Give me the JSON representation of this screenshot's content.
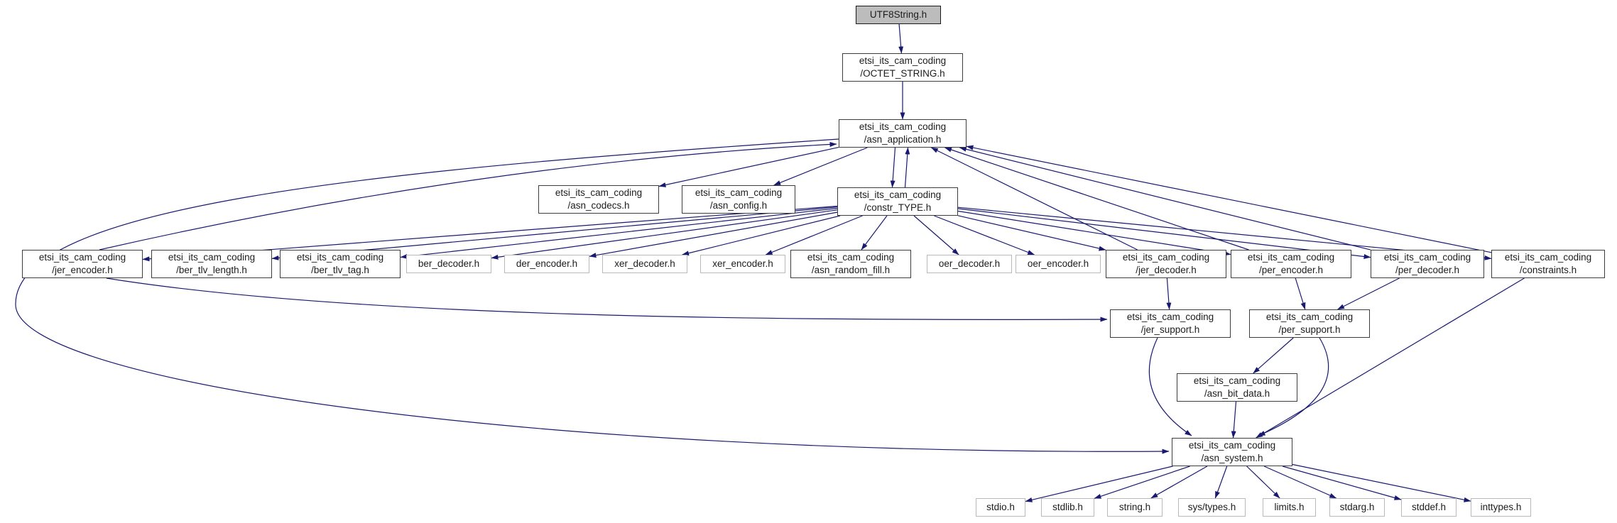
{
  "diagram": {
    "kind": "include-dependency-graph",
    "root_file": "UTF8String.h"
  },
  "colors": {
    "edge": "#191970",
    "root_fill": "#bcbcbc",
    "link_border": "#3d3d3d",
    "plain_border": "#b9b9b9"
  },
  "nodes": [
    {
      "id": "utf8string",
      "label": "UTF8String.h",
      "kind": "root"
    },
    {
      "id": "octet_string",
      "label": "etsi_its_cam_coding\n/OCTET_STRING.h",
      "kind": "link"
    },
    {
      "id": "asn_application",
      "label": "etsi_its_cam_coding\n/asn_application.h",
      "kind": "link"
    },
    {
      "id": "asn_codecs",
      "label": "etsi_its_cam_coding\n/asn_codecs.h",
      "kind": "link"
    },
    {
      "id": "asn_config",
      "label": "etsi_its_cam_coding\n/asn_config.h",
      "kind": "link"
    },
    {
      "id": "constr_type",
      "label": "etsi_its_cam_coding\n/constr_TYPE.h",
      "kind": "link"
    },
    {
      "id": "jer_encoder",
      "label": "etsi_its_cam_coding\n/jer_encoder.h",
      "kind": "link"
    },
    {
      "id": "ber_tlv_length",
      "label": "etsi_its_cam_coding\n/ber_tlv_length.h",
      "kind": "link"
    },
    {
      "id": "ber_tlv_tag",
      "label": "etsi_its_cam_coding\n/ber_tlv_tag.h",
      "kind": "link"
    },
    {
      "id": "ber_decoder",
      "label": "ber_decoder.h",
      "kind": "plain"
    },
    {
      "id": "der_encoder",
      "label": "der_encoder.h",
      "kind": "plain"
    },
    {
      "id": "xer_decoder",
      "label": "xer_decoder.h",
      "kind": "plain"
    },
    {
      "id": "xer_encoder",
      "label": "xer_encoder.h",
      "kind": "plain"
    },
    {
      "id": "asn_random_fill",
      "label": "etsi_its_cam_coding\n/asn_random_fill.h",
      "kind": "link"
    },
    {
      "id": "oer_decoder",
      "label": "oer_decoder.h",
      "kind": "plain"
    },
    {
      "id": "oer_encoder",
      "label": "oer_encoder.h",
      "kind": "plain"
    },
    {
      "id": "jer_decoder",
      "label": "etsi_its_cam_coding\n/jer_decoder.h",
      "kind": "link"
    },
    {
      "id": "per_encoder",
      "label": "etsi_its_cam_coding\n/per_encoder.h",
      "kind": "link"
    },
    {
      "id": "per_decoder",
      "label": "etsi_its_cam_coding\n/per_decoder.h",
      "kind": "link"
    },
    {
      "id": "constraints",
      "label": "etsi_its_cam_coding\n/constraints.h",
      "kind": "link"
    },
    {
      "id": "jer_support",
      "label": "etsi_its_cam_coding\n/jer_support.h",
      "kind": "link"
    },
    {
      "id": "per_support",
      "label": "etsi_its_cam_coding\n/per_support.h",
      "kind": "link"
    },
    {
      "id": "asn_bit_data",
      "label": "etsi_its_cam_coding\n/asn_bit_data.h",
      "kind": "link"
    },
    {
      "id": "asn_system",
      "label": "etsi_its_cam_coding\n/asn_system.h",
      "kind": "link"
    },
    {
      "id": "stdio",
      "label": "stdio.h",
      "kind": "plain"
    },
    {
      "id": "stdlib",
      "label": "stdlib.h",
      "kind": "plain"
    },
    {
      "id": "string",
      "label": "string.h",
      "kind": "plain"
    },
    {
      "id": "sys_types",
      "label": "sys/types.h",
      "kind": "plain"
    },
    {
      "id": "limits",
      "label": "limits.h",
      "kind": "plain"
    },
    {
      "id": "stdarg",
      "label": "stdarg.h",
      "kind": "plain"
    },
    {
      "id": "stddef",
      "label": "stddef.h",
      "kind": "plain"
    },
    {
      "id": "inttypes",
      "label": "inttypes.h",
      "kind": "plain"
    }
  ],
  "edges": [
    {
      "from": "utf8string",
      "to": "octet_string"
    },
    {
      "from": "octet_string",
      "to": "asn_application"
    },
    {
      "from": "asn_application",
      "to": "asn_codecs"
    },
    {
      "from": "asn_application",
      "to": "asn_config"
    },
    {
      "from": "asn_application",
      "to": "constr_type"
    },
    {
      "from": "constr_type",
      "to": "asn_application"
    },
    {
      "from": "asn_application",
      "to": "asn_system"
    },
    {
      "from": "constr_type",
      "to": "jer_encoder"
    },
    {
      "from": "constr_type",
      "to": "ber_tlv_length"
    },
    {
      "from": "constr_type",
      "to": "ber_tlv_tag"
    },
    {
      "from": "constr_type",
      "to": "ber_decoder"
    },
    {
      "from": "constr_type",
      "to": "der_encoder"
    },
    {
      "from": "constr_type",
      "to": "xer_decoder"
    },
    {
      "from": "constr_type",
      "to": "xer_encoder"
    },
    {
      "from": "constr_type",
      "to": "asn_random_fill"
    },
    {
      "from": "constr_type",
      "to": "oer_decoder"
    },
    {
      "from": "constr_type",
      "to": "oer_encoder"
    },
    {
      "from": "constr_type",
      "to": "jer_decoder"
    },
    {
      "from": "constr_type",
      "to": "per_encoder"
    },
    {
      "from": "constr_type",
      "to": "per_decoder"
    },
    {
      "from": "constr_type",
      "to": "constraints"
    },
    {
      "from": "jer_encoder",
      "to": "asn_application"
    },
    {
      "from": "jer_decoder",
      "to": "asn_application"
    },
    {
      "from": "per_encoder",
      "to": "asn_application"
    },
    {
      "from": "per_decoder",
      "to": "asn_application"
    },
    {
      "from": "constraints",
      "to": "asn_application"
    },
    {
      "from": "jer_encoder",
      "to": "jer_support"
    },
    {
      "from": "jer_decoder",
      "to": "jer_support"
    },
    {
      "from": "per_encoder",
      "to": "per_support"
    },
    {
      "from": "per_decoder",
      "to": "per_support"
    },
    {
      "from": "jer_support",
      "to": "asn_system"
    },
    {
      "from": "per_support",
      "to": "asn_bit_data"
    },
    {
      "from": "per_support",
      "to": "asn_system"
    },
    {
      "from": "asn_bit_data",
      "to": "asn_system"
    },
    {
      "from": "constraints",
      "to": "asn_system"
    },
    {
      "from": "asn_system",
      "to": "stdio"
    },
    {
      "from": "asn_system",
      "to": "stdlib"
    },
    {
      "from": "asn_system",
      "to": "string"
    },
    {
      "from": "asn_system",
      "to": "sys_types"
    },
    {
      "from": "asn_system",
      "to": "limits"
    },
    {
      "from": "asn_system",
      "to": "stdarg"
    },
    {
      "from": "asn_system",
      "to": "stddef"
    },
    {
      "from": "asn_system",
      "to": "inttypes"
    }
  ]
}
